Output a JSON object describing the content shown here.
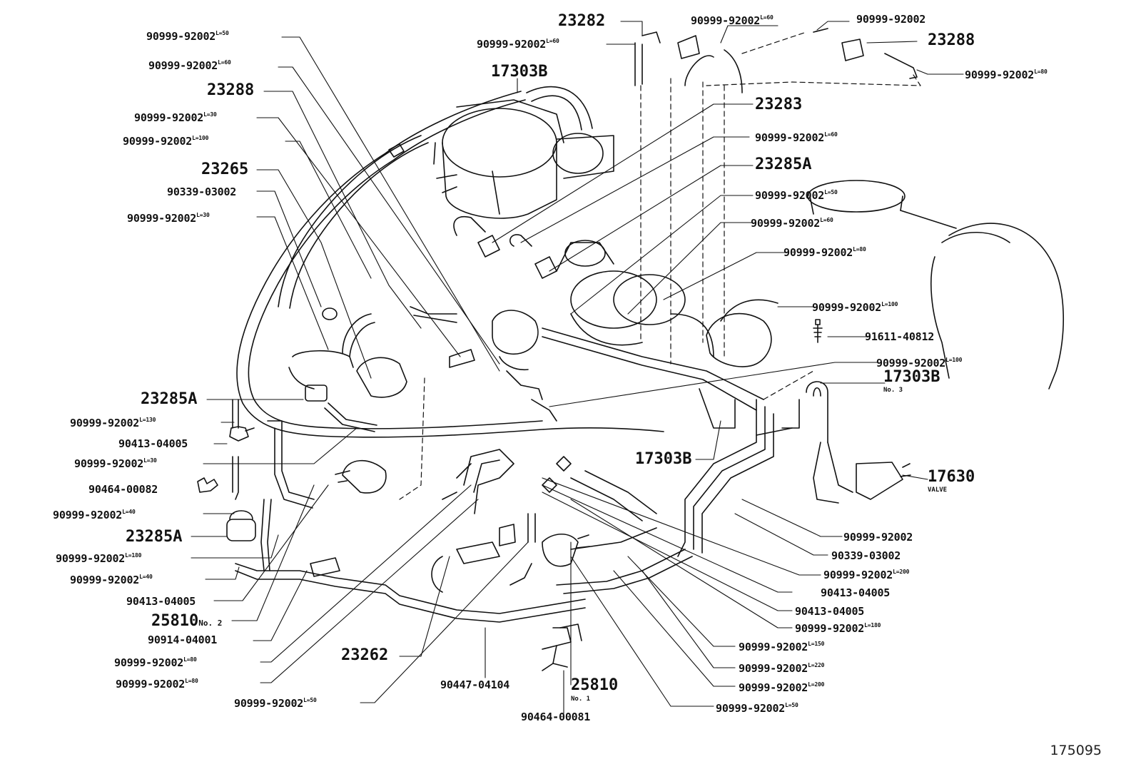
{
  "diagram": {
    "reference_number": "175095",
    "parts": [
      {
        "code": "90999-92002",
        "note": "L=50"
      },
      {
        "code": "90999-92002",
        "note": "L=60"
      },
      {
        "code": "23288",
        "note": ""
      },
      {
        "code": "90999-92002",
        "note": "L=30"
      },
      {
        "code": "90999-92002",
        "note": "L=100"
      },
      {
        "code": "23265",
        "note": ""
      },
      {
        "code": "90339-03002",
        "note": ""
      },
      {
        "code": "90999-92002",
        "note": "L=30"
      },
      {
        "code": "23285A",
        "note": ""
      },
      {
        "code": "90999-92002",
        "note": "L=130"
      },
      {
        "code": "90413-04005",
        "note": ""
      },
      {
        "code": "90999-92002",
        "note": "L=30"
      },
      {
        "code": "90464-00082",
        "note": ""
      },
      {
        "code": "90999-92002",
        "note": "L=40"
      },
      {
        "code": "23285A",
        "note": ""
      },
      {
        "code": "90999-92002",
        "note": "L=180"
      },
      {
        "code": "90999-92002",
        "note": "L=40"
      },
      {
        "code": "90413-04005",
        "note": ""
      },
      {
        "code": "25810",
        "note": "No. 2"
      },
      {
        "code": "90914-04001",
        "note": ""
      },
      {
        "code": "90999-92002",
        "note": "L=80"
      },
      {
        "code": "90999-92002",
        "note": "L=80"
      },
      {
        "code": "90999-92002",
        "note": "L=50"
      },
      {
        "code": "23262",
        "note": ""
      },
      {
        "code": "90447-04104",
        "note": ""
      },
      {
        "code": "25810",
        "note": "No. 1"
      },
      {
        "code": "90464-00081",
        "note": ""
      },
      {
        "code": "23282",
        "note": ""
      },
      {
        "code": "90999-92002",
        "note": "L=60"
      },
      {
        "code": "90999-92002",
        "note": "L=60"
      },
      {
        "code": "90999-92002",
        "note": ""
      },
      {
        "code": "23288",
        "note": ""
      },
      {
        "code": "90999-92002",
        "note": "L=80"
      },
      {
        "code": "17303B",
        "note": ""
      },
      {
        "code": "23283",
        "note": ""
      },
      {
        "code": "90999-92002",
        "note": "L=60"
      },
      {
        "code": "23285A",
        "note": ""
      },
      {
        "code": "90999-92002",
        "note": "L=50"
      },
      {
        "code": "90999-92002",
        "note": "L=60"
      },
      {
        "code": "90999-92002",
        "note": "L=80"
      },
      {
        "code": "90999-92002",
        "note": "L=100"
      },
      {
        "code": "91611-40812",
        "note": ""
      },
      {
        "code": "90999-92002",
        "note": "L=100"
      },
      {
        "code": "17303B",
        "note": "No. 3"
      },
      {
        "code": "17303B",
        "note": ""
      },
      {
        "code": "17630",
        "note": "VALVE"
      },
      {
        "code": "90999-92002",
        "note": ""
      },
      {
        "code": "90339-03002",
        "note": ""
      },
      {
        "code": "90999-92002",
        "note": "L=200"
      },
      {
        "code": "90413-04005",
        "note": ""
      },
      {
        "code": "90413-04005",
        "note": ""
      },
      {
        "code": "90999-92002",
        "note": "L=180"
      },
      {
        "code": "90999-92002",
        "note": "L=150"
      },
      {
        "code": "90999-92002",
        "note": "L=220"
      },
      {
        "code": "90999-92002",
        "note": "L=200"
      },
      {
        "code": "90999-92002",
        "note": "L=50"
      }
    ]
  }
}
